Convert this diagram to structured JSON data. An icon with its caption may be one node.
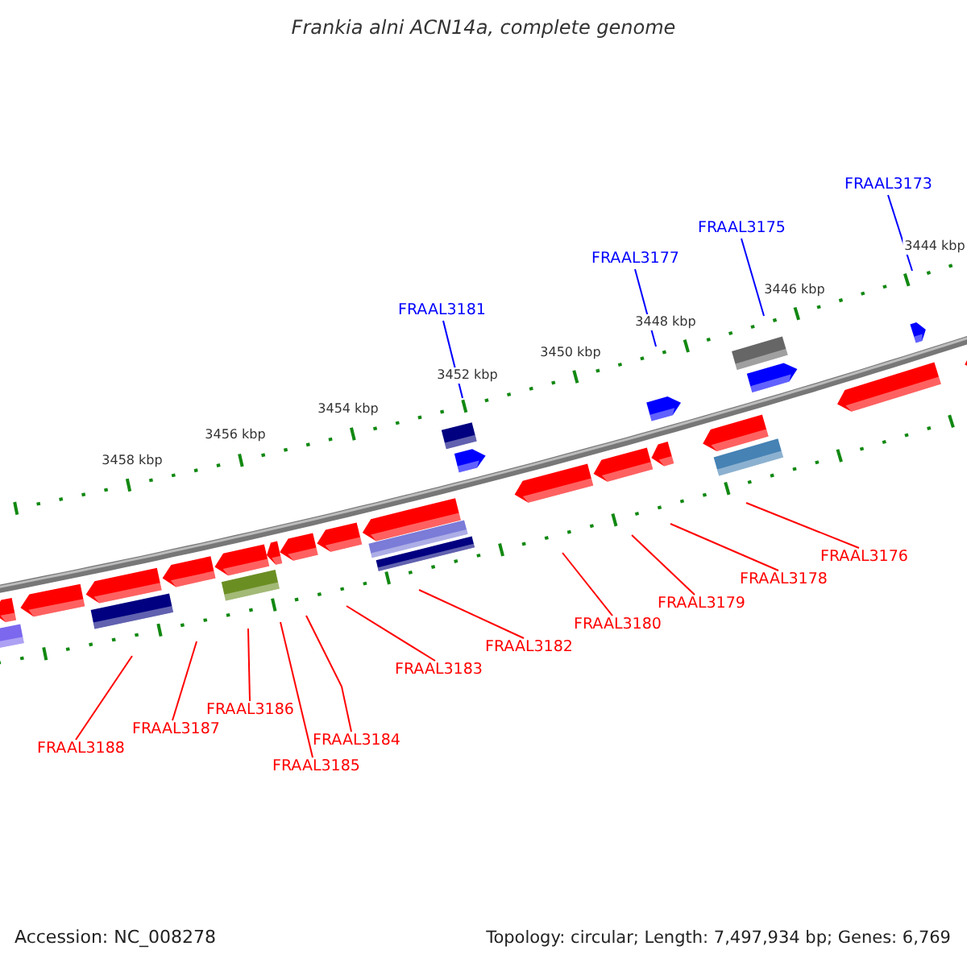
{
  "diagram": {
    "title": "Frankia alni ACN14a, complete genome",
    "nodes": [
      {
        "text": [
          "FRAAL3173"
        ]
      },
      {
        "text": [
          "FRAAL3175"
        ]
      },
      {
        "text": [
          "FRAAL3177"
        ]
      },
      {
        "text": [
          "FRAAL3181"
        ]
      },
      {
        "text": [
          "FRAAL3176"
        ]
      },
      {
        "text": [
          "FRAAL3178"
        ]
      },
      {
        "text": [
          "FRAAL3179"
        ]
      },
      {
        "text": [
          "FRAAL3180"
        ]
      },
      {
        "text": [
          "FRAAL3182"
        ]
      },
      {
        "text": [
          "FRAAL3183"
        ]
      },
      {
        "text": [
          "FRAAL3186"
        ]
      },
      {
        "text": [
          "FRAAL3187"
        ]
      },
      {
        "text": [
          "FRAAL3184"
        ]
      },
      {
        "text": [
          "FRAAL3188"
        ]
      },
      {
        "text": [
          "FRAAL3185"
        ]
      }
    ],
    "edges": [
      {
        "from": 0,
        "to": null,
        "arrow": "none",
        "color": "#0000ff"
      },
      {
        "from": 1,
        "to": null,
        "arrow": "none",
        "color": "#0000ff"
      },
      {
        "from": 2,
        "to": null,
        "arrow": "none",
        "color": "#0000ff"
      },
      {
        "from": 3,
        "to": null,
        "arrow": "none",
        "color": "#0000ff"
      },
      {
        "from": 4,
        "to": null,
        "arrow": "none"
      },
      {
        "from": 5,
        "to": null,
        "arrow": "none"
      },
      {
        "from": 6,
        "to": null,
        "arrow": "none"
      },
      {
        "from": 7,
        "to": null,
        "arrow": "none"
      },
      {
        "from": 8,
        "to": null,
        "arrow": "none"
      },
      {
        "from": 9,
        "to": null,
        "arrow": "none"
      },
      {
        "from": 10,
        "to": null,
        "arrow": "none"
      },
      {
        "from": 11,
        "to": null,
        "arrow": "none"
      },
      {
        "from": 12,
        "to": null,
        "arrow": "none"
      },
      {
        "from": 13,
        "to": null,
        "arrow": "none"
      },
      {
        "from": 14,
        "to": null,
        "arrow": "none"
      }
    ],
    "labels": [
      "3444 kbp",
      "3446 kbp",
      "3448 kbp",
      "3450 kbp",
      "3452 kbp",
      "3454 kbp",
      "3456 kbp",
      "3458 kbp",
      "Accession: NC_008278",
      "Topology: circular; Length: 7,497,934 bp; Genes: 6,769"
    ]
  }
}
